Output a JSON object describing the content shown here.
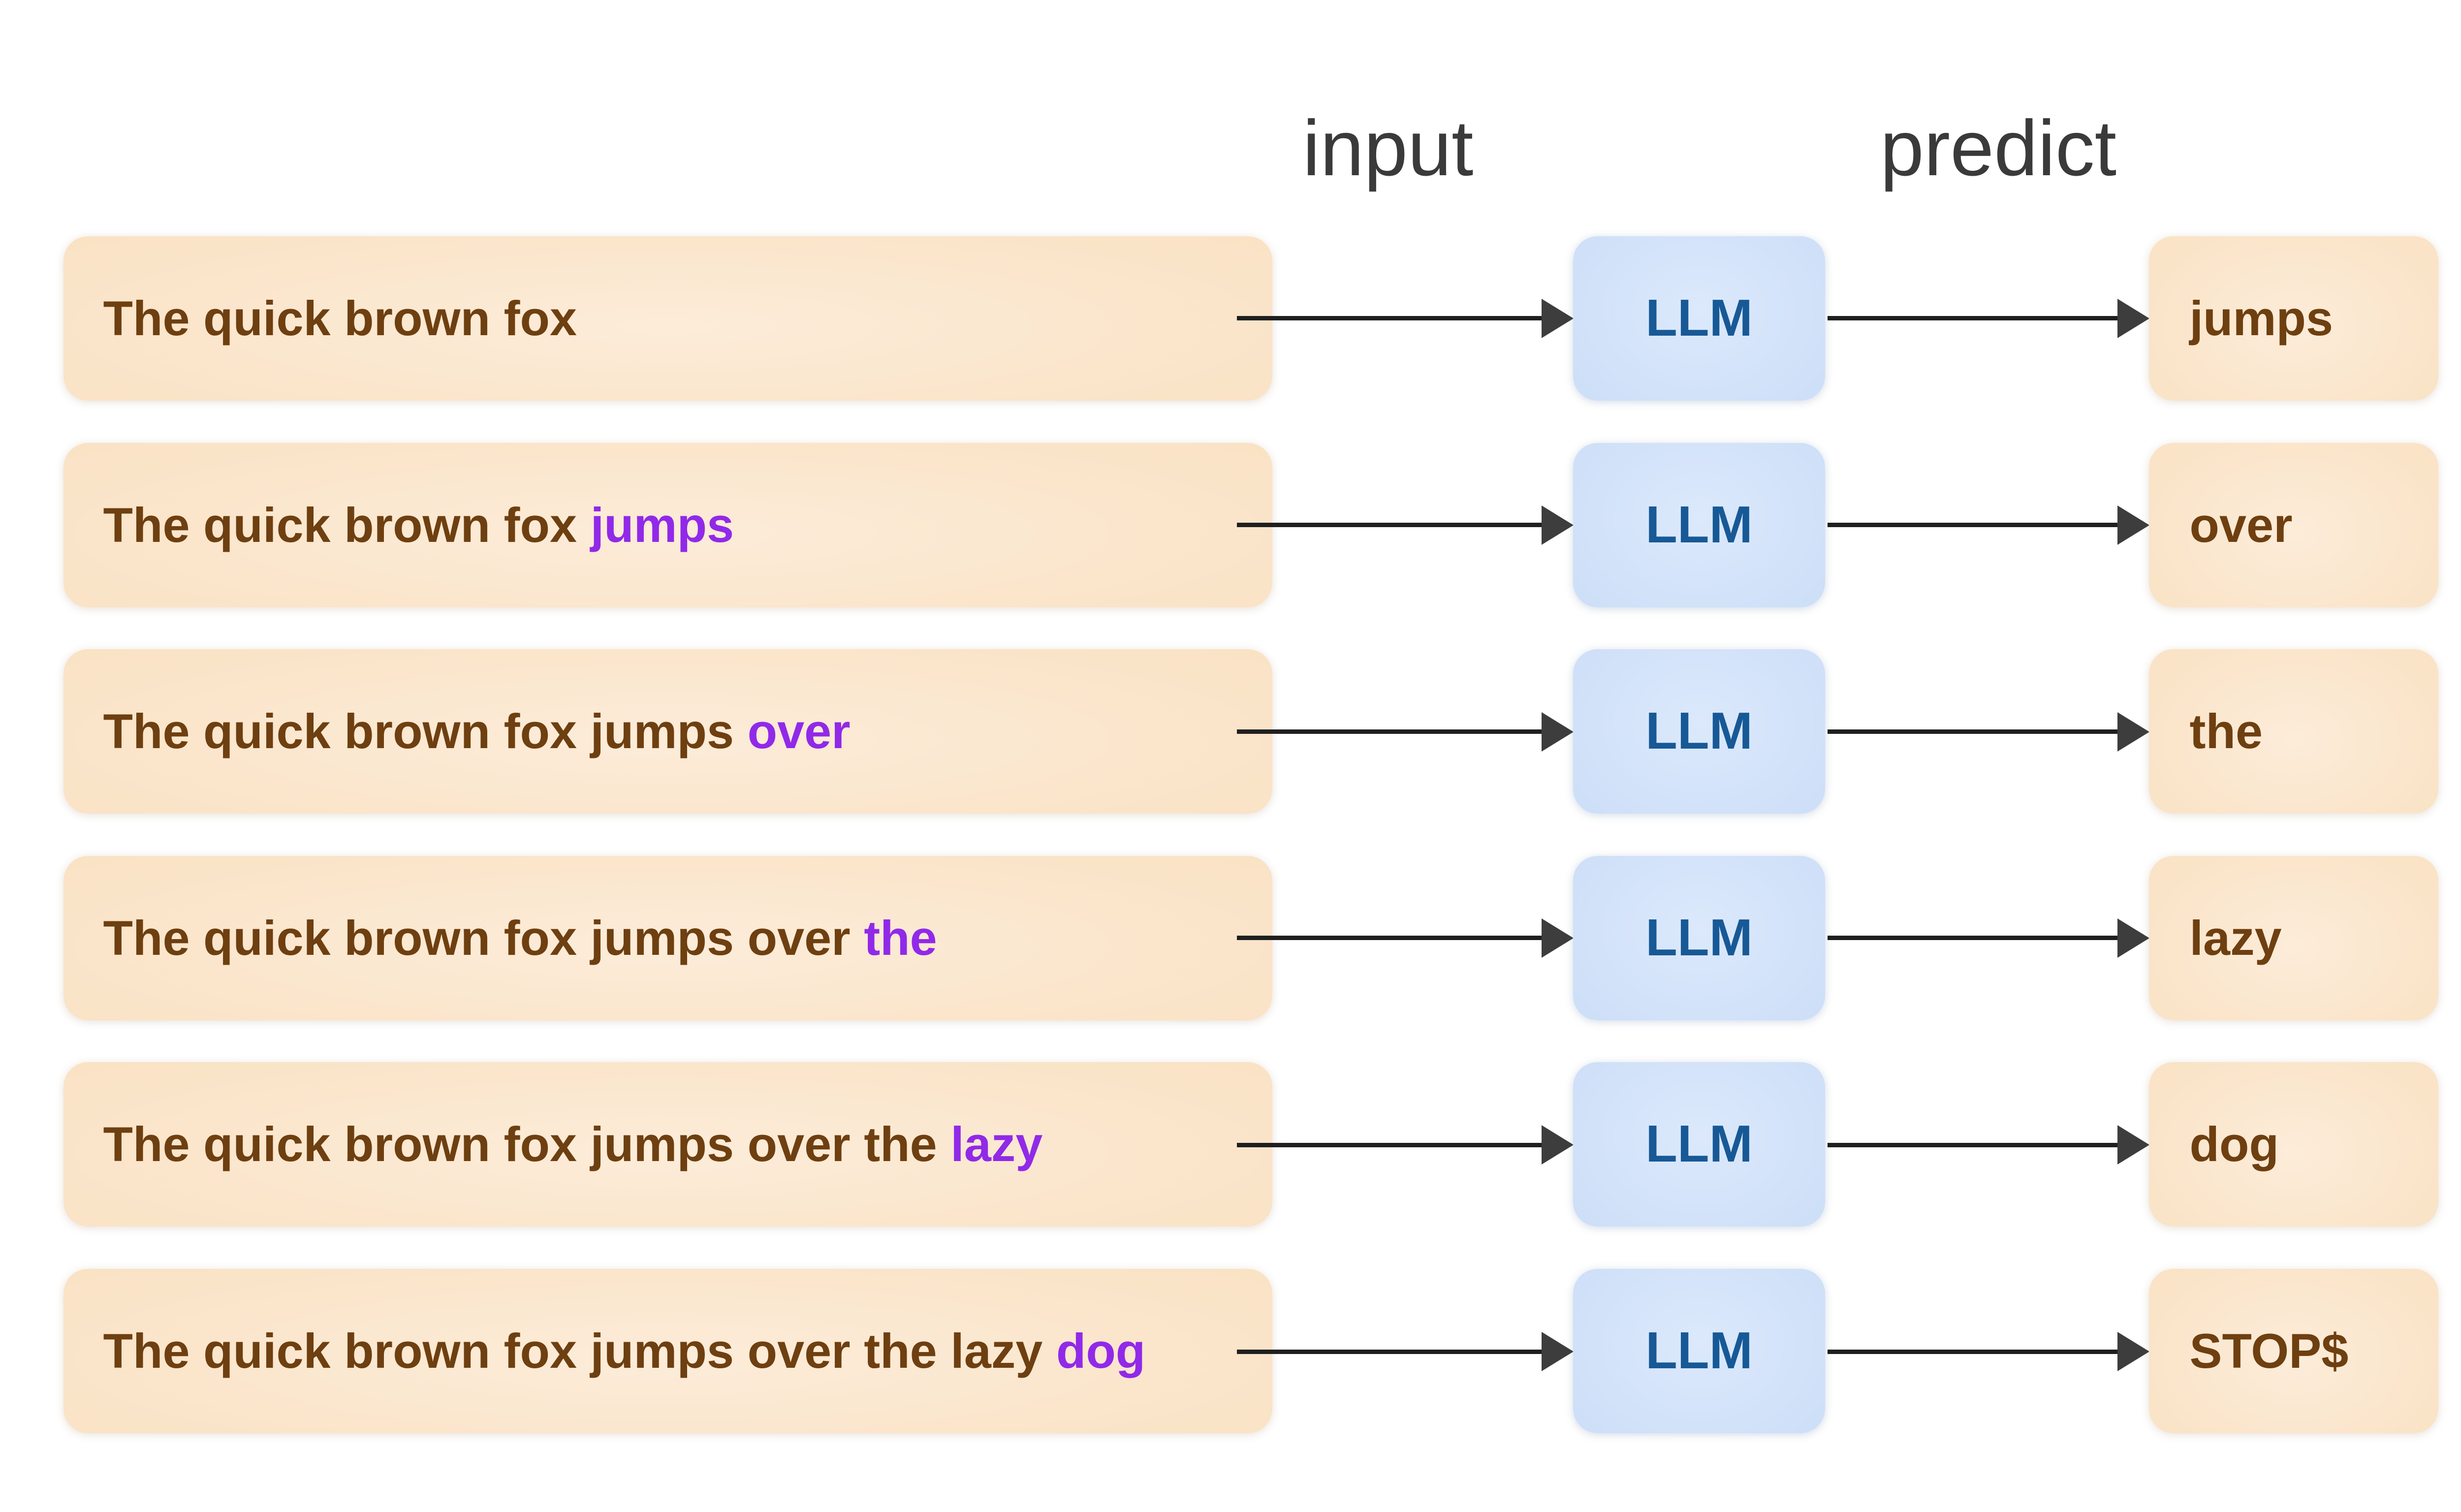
{
  "headers": {
    "input": "input",
    "predict": "predict"
  },
  "llm_label": "LLM",
  "colors": {
    "card_bg": "#FAE2C4",
    "card_text": "#6E3F10",
    "highlight_text": "#9129E8",
    "llm_bg": "#CBDDF7",
    "llm_text": "#175996",
    "header_text": "#3A3A3A",
    "arrow": "#1F1F1F"
  },
  "rows": [
    {
      "input_prefix": "The quick brown fox",
      "input_highlight": "",
      "predict": "jumps"
    },
    {
      "input_prefix": "The quick brown fox ",
      "input_highlight": "jumps",
      "predict": "over"
    },
    {
      "input_prefix": "The quick brown fox jumps ",
      "input_highlight": "over",
      "predict": "the"
    },
    {
      "input_prefix": "The quick brown fox jumps over ",
      "input_highlight": "the",
      "predict": "lazy"
    },
    {
      "input_prefix": "The quick brown fox jumps over the ",
      "input_highlight": "lazy",
      "predict": "dog"
    },
    {
      "input_prefix": "The quick brown fox jumps over the lazy ",
      "input_highlight": "dog",
      "predict": "STOP$"
    }
  ]
}
